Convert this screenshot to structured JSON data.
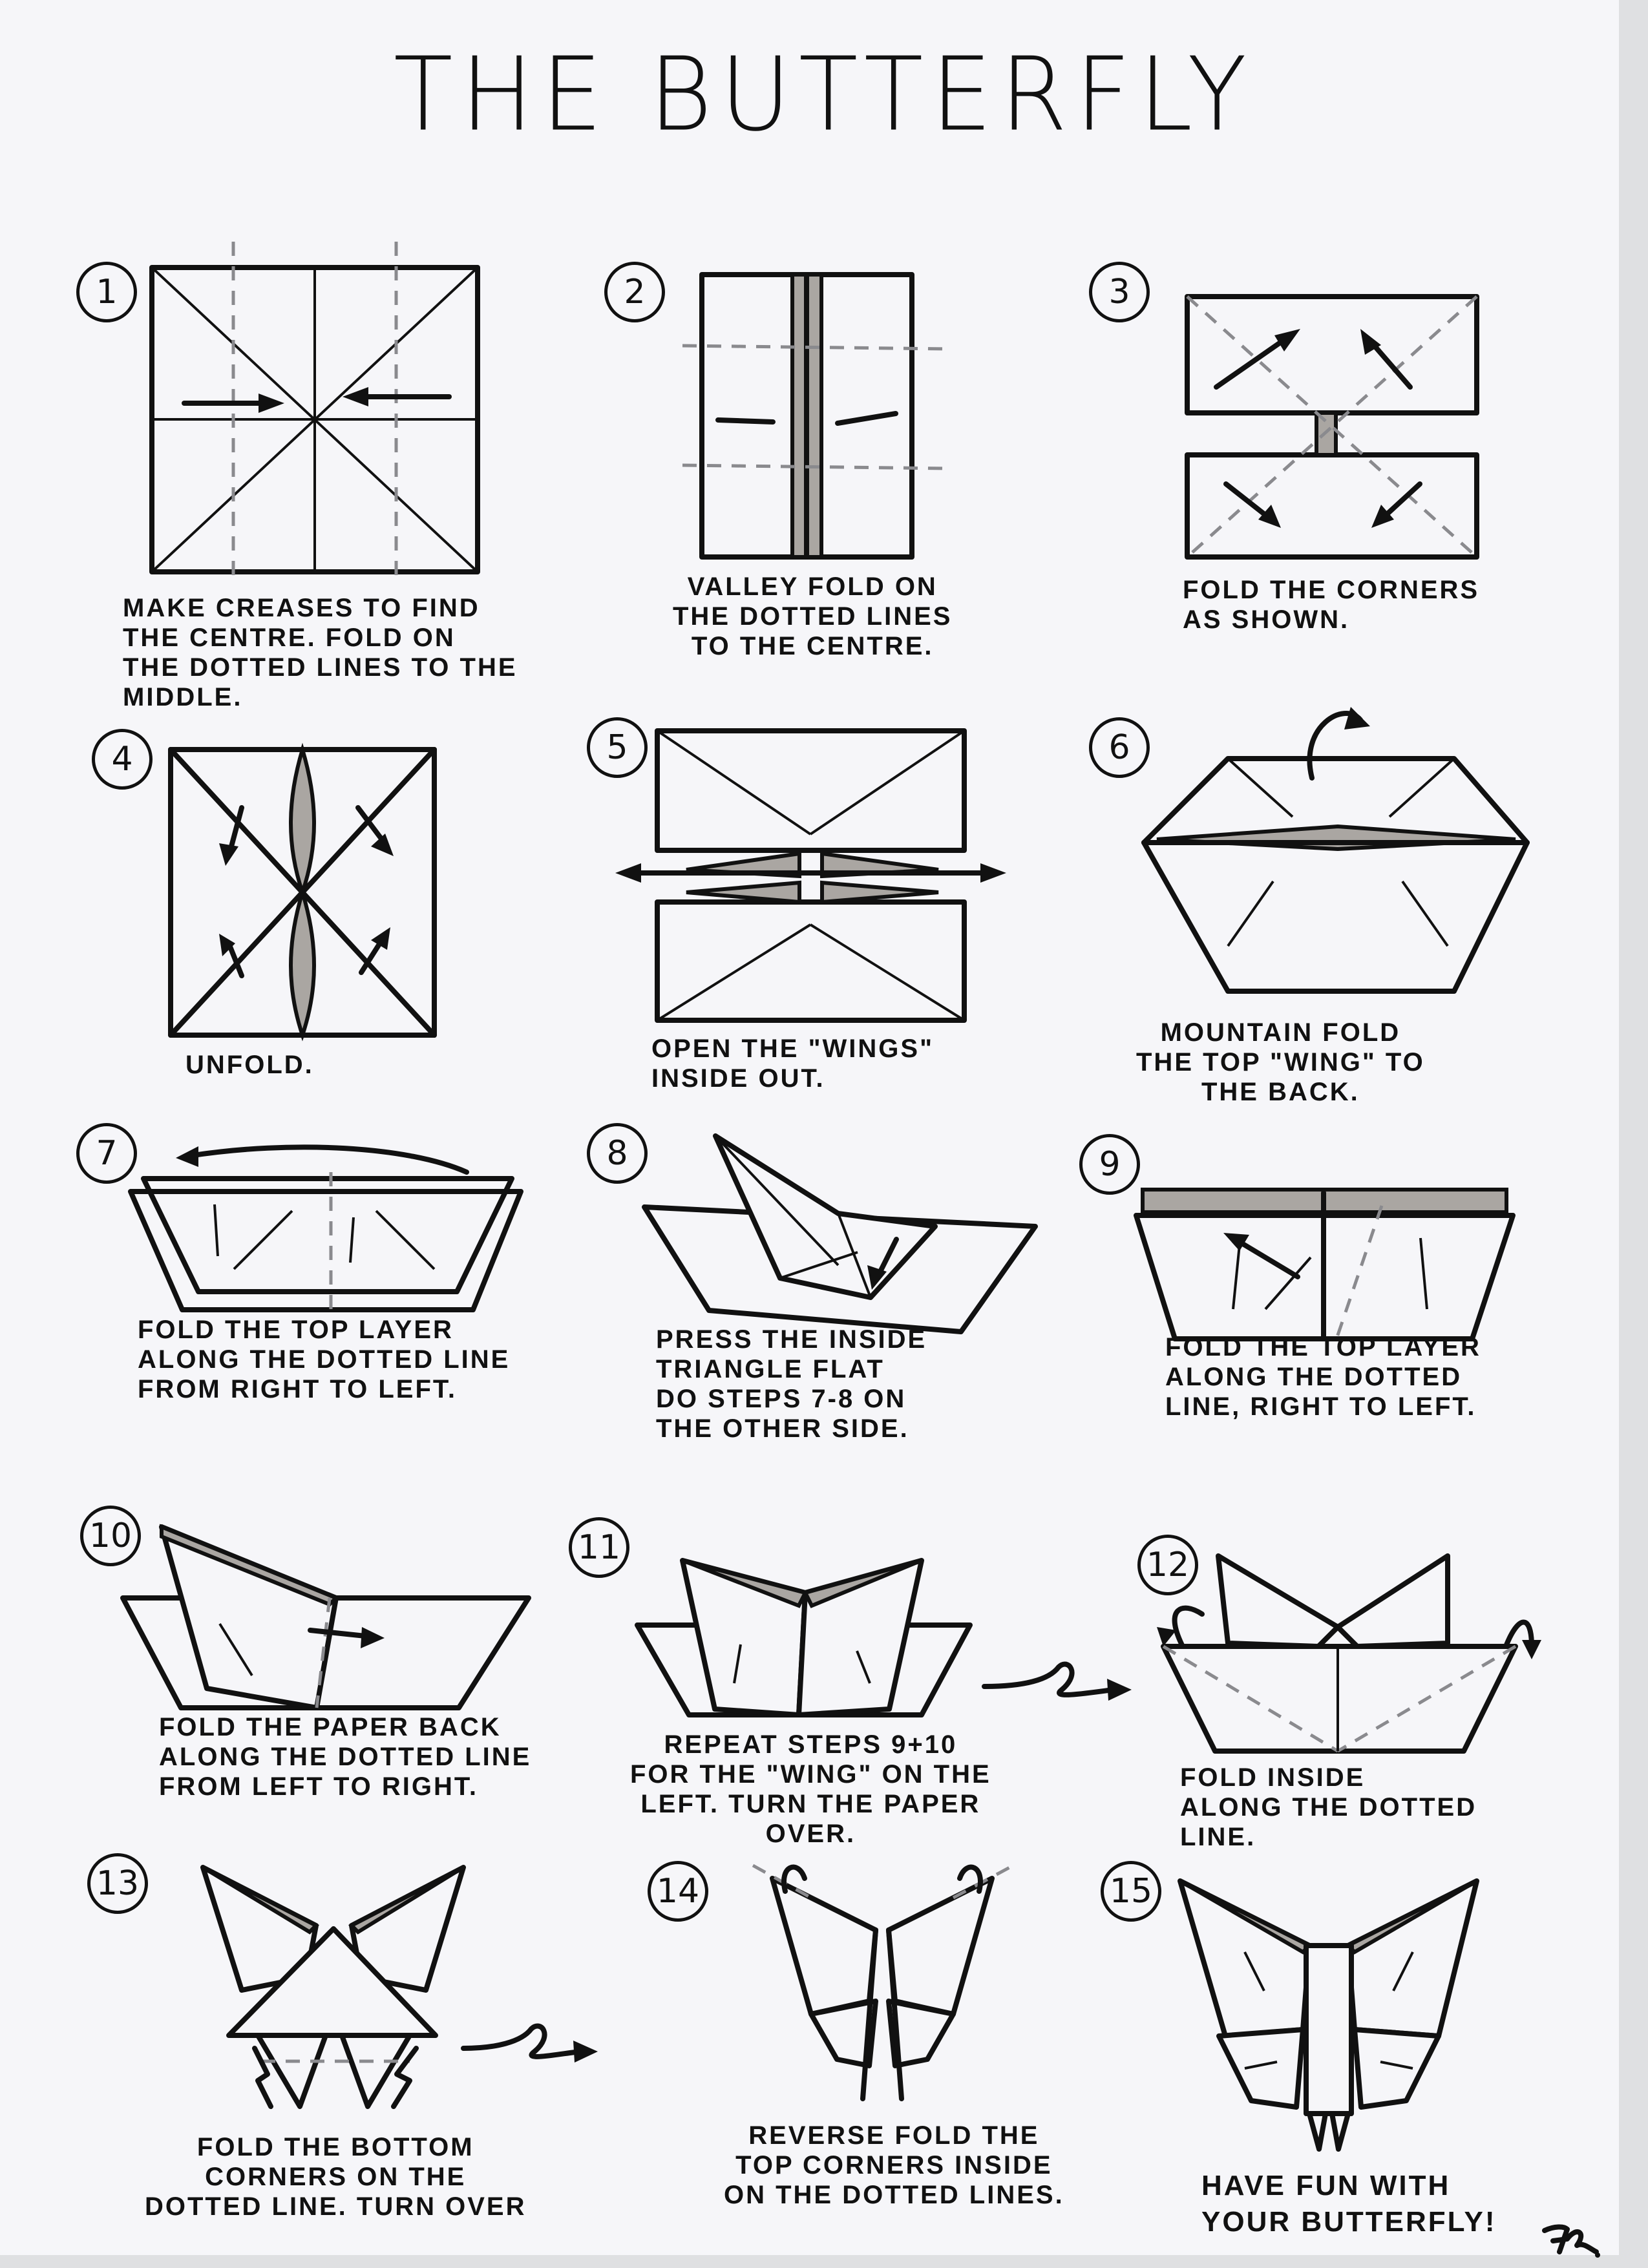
{
  "title": "THE BUTTERFLY",
  "steps": [
    {
      "number": "1",
      "caption": "MAKE CREASES TO FIND\nTHE CENTRE. FOLD ON\nTHE DOTTED LINES TO THE\nMIDDLE."
    },
    {
      "number": "2",
      "caption": "VALLEY FOLD ON\nTHE DOTTED LINES\nTO THE CENTRE."
    },
    {
      "number": "3",
      "caption": "FOLD THE CORNERS\nAS SHOWN."
    },
    {
      "number": "4",
      "caption": "UNFOLD."
    },
    {
      "number": "5",
      "caption": "OPEN THE \"WINGS\"\nINSIDE OUT."
    },
    {
      "number": "6",
      "caption": "MOUNTAIN FOLD\nTHE TOP \"WING\" TO\nTHE BACK."
    },
    {
      "number": "7",
      "caption": "FOLD THE TOP LAYER\nALONG THE DOTTED LINE\nFROM RIGHT TO LEFT."
    },
    {
      "number": "8",
      "caption": "PRESS THE INSIDE\nTRIANGLE FLAT\nDO STEPS 7-8 ON\nTHE OTHER SIDE."
    },
    {
      "number": "9",
      "caption": "FOLD THE TOP LAYER\nALONG THE DOTTED\nLINE, RIGHT TO LEFT."
    },
    {
      "number": "10",
      "caption": "FOLD THE PAPER BACK\nALONG THE DOTTED LINE\nFROM LEFT TO RIGHT."
    },
    {
      "number": "11",
      "caption": "REPEAT STEPS 9+10\nFOR THE \"WING\" ON THE\nLEFT. TURN THE PAPER\nOVER."
    },
    {
      "number": "12",
      "caption": "FOLD INSIDE\nALONG THE DOTTED\nLINE."
    },
    {
      "number": "13",
      "caption": "FOLD THE BOTTOM\nCORNERS ON THE\nDOTTED LINE. TURN OVER"
    },
    {
      "number": "14",
      "caption": "REVERSE FOLD THE\nTOP CORNERS INSIDE\nON THE DOTTED LINES."
    },
    {
      "number": "15",
      "caption": "HAVE FUN WITH\nYOUR BUTTERFLY!"
    }
  ],
  "signature": "JZ.",
  "colors": {
    "ink": "#111111",
    "paper": "#f6f6f9",
    "shade": "#aaa6a2"
  }
}
